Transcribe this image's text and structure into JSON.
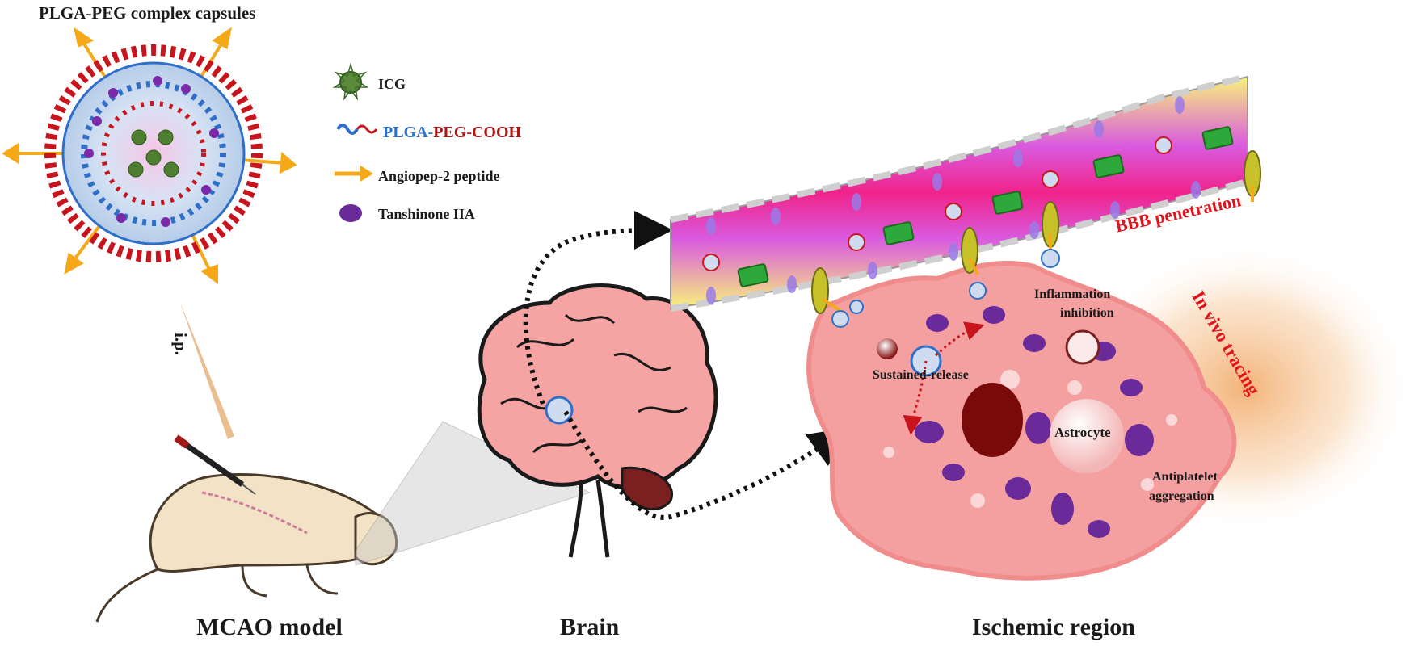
{
  "labels": {
    "capsule_title": "PLGA-PEG complex capsules",
    "ip": "i.p.",
    "bbb": "BBB  penetration",
    "in_vivo": "In vivo tracing",
    "inflammation_1": "Inflammation",
    "inflammation_2": "inhibition",
    "sustained": "Sustained-release",
    "astrocyte": "Astrocyte",
    "antiplatelet_1": "Antiplatelet",
    "antiplatelet_2": "aggregation",
    "mcao": "MCAO model",
    "brain": "Brain",
    "ischemic": "Ischemic region"
  },
  "legend": {
    "icg": "ICG",
    "plga": "PLGA-",
    "peg": "PEG-COOH",
    "angiopep": "Angiopep-2 peptide",
    "tanshinone": "Tanshinone IIA"
  },
  "colors": {
    "icg": "#5a8a3a",
    "plga": "#2f6fc9",
    "peg": "#c8141c",
    "angiopep": "#f5a818",
    "tanshinone": "#6a2a9a",
    "vessel_core": "#e8197a",
    "vessel_edge": "#f5f03a",
    "cell": "#f4a0a0",
    "highlight_text": "#e0141c"
  }
}
